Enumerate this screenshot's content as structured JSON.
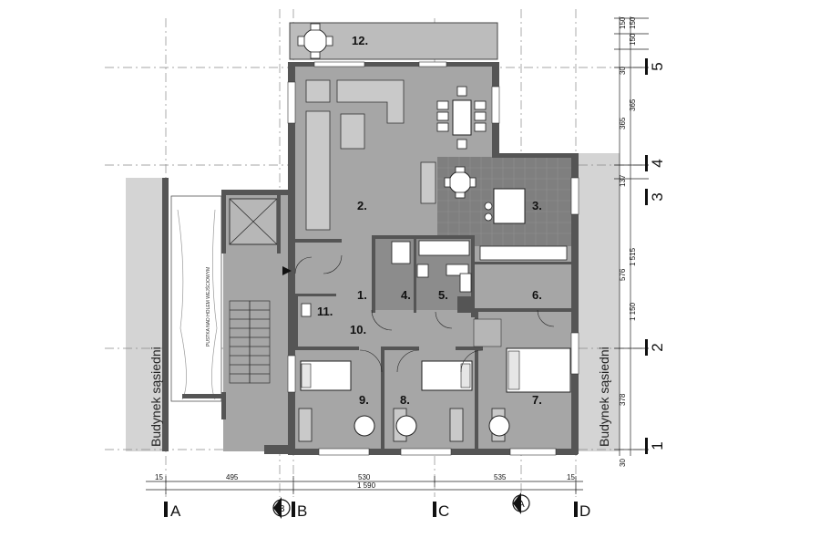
{
  "rooms": {
    "r1": "1.",
    "r2": "2.",
    "r3": "3.",
    "r4": "4.",
    "r5": "5.",
    "r6": "6.",
    "r7": "7.",
    "r8": "8.",
    "r9": "9.",
    "r10": "10.",
    "r11": "11.",
    "r12": "12."
  },
  "side_labels": {
    "left": "Budynek sąsiedni",
    "right": "Budynek sąsiedni",
    "void": "PUSTKA NAD HOLEM WEJŚCIOWYM"
  },
  "dims_bottom": {
    "d15a": "15",
    "d495": "495",
    "d530": "530",
    "d535": "535",
    "d15b": "15",
    "total": "1 590"
  },
  "dims_right": {
    "d150a": "150",
    "d150b": "150",
    "d150c": "150",
    "d30a": "30",
    "d365a": "365",
    "d365b": "365",
    "d137": "137",
    "d576": "576",
    "d1515": "1 515",
    "d1150": "1 150",
    "d378": "378",
    "d30b": "30"
  },
  "axes": {
    "A": "A",
    "B": "B",
    "C": "C",
    "D": "D",
    "n1": "1",
    "n2": "2",
    "n3": "3",
    "n4": "4",
    "n5": "5"
  },
  "section_marks": {
    "A": "A",
    "B": "B"
  },
  "colors": {
    "wall": "#555555",
    "floor": "#a6a6a6",
    "tile": "#7f7f7f",
    "neighbor": "#d4d4d4",
    "terrace": "#bcbcbc"
  }
}
